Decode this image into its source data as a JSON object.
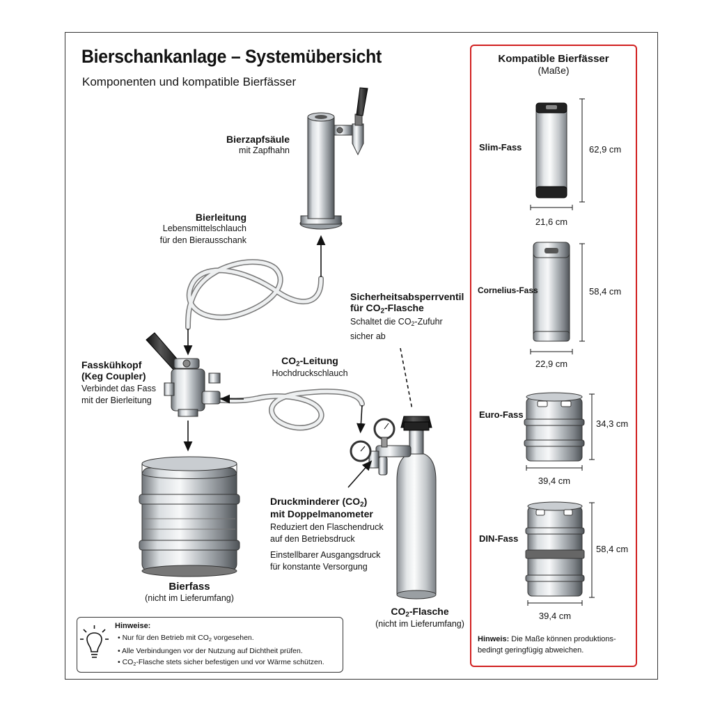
{
  "title": "Bierschankanlage – Systemübersicht",
  "subtitle": "Komponenten und kompatible Bierfässer",
  "components": {
    "tap_tower": {
      "name": "Bierzapfsäule",
      "desc": "mit Zapfhahn"
    },
    "beer_line": {
      "name": "Bierleitung",
      "desc1": "Lebensmittelschlauch",
      "desc2": "für den Bierausschank"
    },
    "coupler": {
      "name1": "Fasskühkopf",
      "name2": "(Keg Coupler)",
      "desc1": "Verbindet das Fass",
      "desc2": "mit der Bierleitung"
    },
    "keg": {
      "name": "Bierfass",
      "desc": "(nicht im Lieferumfang)"
    },
    "co2_line": {
      "name_pre": "CO",
      "name_sub": "2",
      "name_post": "-Leitung",
      "desc": "Hochdruckschlauch"
    },
    "valve": {
      "name1": "Sicherheitsabsperrventil",
      "name2_pre": "für CO",
      "name2_sub": "2",
      "name2_post": "-Flasche",
      "desc1_pre": "Schaltet die CO",
      "desc1_sub": "2",
      "desc1_post": "-Zufuhr",
      "desc2": "sicher ab"
    },
    "regulator": {
      "name1_pre": "Druckminderer (CO",
      "name1_sub": "2",
      "name1_post": ")",
      "name2": "mit Doppelmanometer",
      "desc1": "Reduziert den Flaschendruck",
      "desc2": "auf den Betriebsdruck",
      "desc3": "Einstellbarer Ausgangsdruck",
      "desc4": "für konstante Versorgung"
    },
    "cylinder": {
      "name_pre": "CO",
      "name_sub": "2",
      "name_post": "-Flasche",
      "desc": "(nicht im Lieferumfang)"
    }
  },
  "notes": {
    "heading": "Hinweise:",
    "item1_pre": "• Nur für den Betrieb mit CO",
    "item1_sub": "2",
    "item1_post": " vorgesehen.",
    "item2": "• Alle Verbindungen vor der Nutzung auf Dichtheit prüfen.",
    "item3_pre": "• CO",
    "item3_sub": "2",
    "item3_post": "-Flasche stets sicher befestigen und vor Wärme schützen."
  },
  "panel": {
    "title": "Kompatible Bierfässer",
    "subtitle": "(Maße)",
    "kegs": [
      {
        "name": "Slim-Fass",
        "height": "62,9 cm",
        "width": "21,6 cm"
      },
      {
        "name": "Cornelius-Fass",
        "height": "58,4 cm",
        "width": "22,9 cm"
      },
      {
        "name": "Euro-Fass",
        "height": "34,3 cm",
        "width": "39,4 cm"
      },
      {
        "name": "DIN-Fass",
        "height": "58,4 cm",
        "width": "39,4 cm"
      }
    ],
    "note_label": "Hinweis:",
    "note_text1": " Die Maße können produktions-",
    "note_text2": "bedingt geringfügig abweichen."
  }
}
